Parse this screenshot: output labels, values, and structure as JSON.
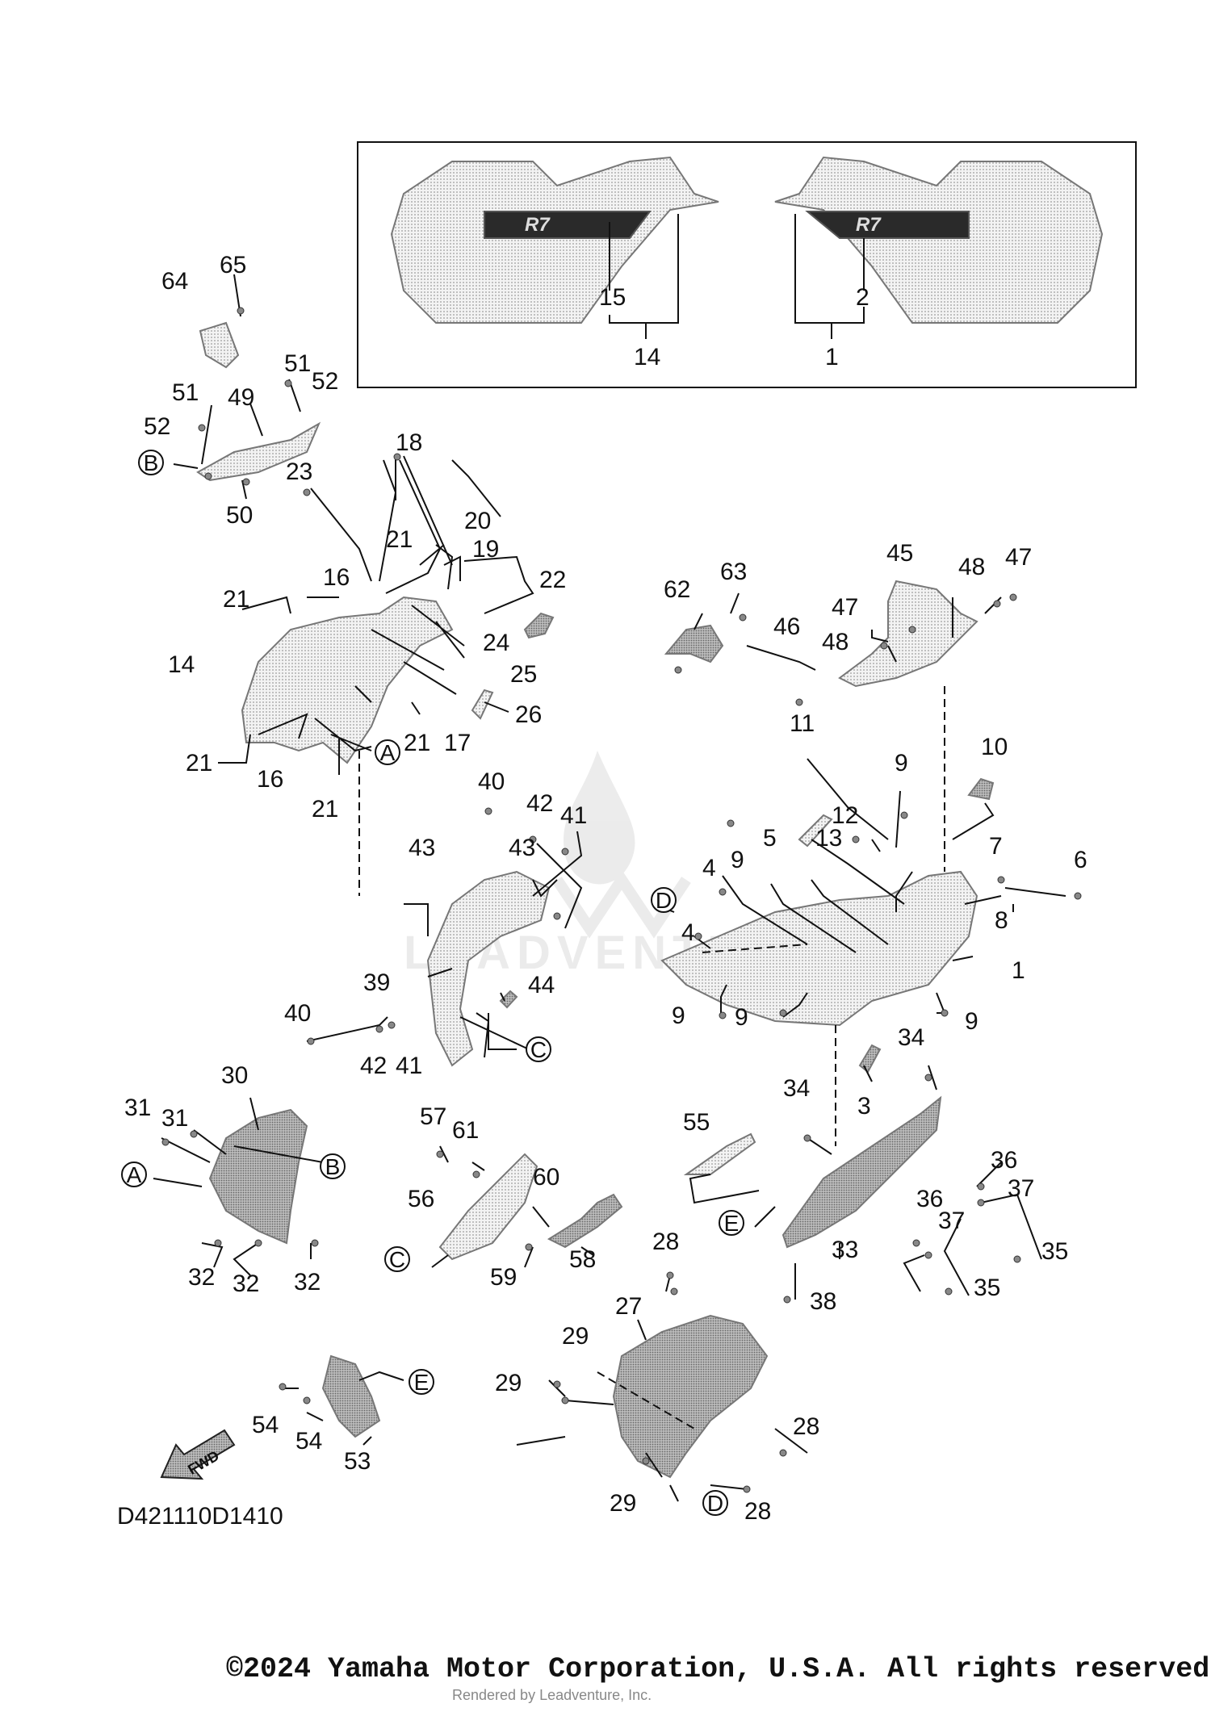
{
  "diagram_code": "D421110D1410",
  "direction_arrow_label": "FWD",
  "copyright": "©2024 Yamaha Motor Corporation, U.S.A. All rights reserved.",
  "rendered_by": "Rendered by Leadventure, Inc.",
  "inset_labels": [
    "15",
    "14",
    "2",
    "1"
  ],
  "callout_letters": [
    "A",
    "B",
    "C",
    "D",
    "E"
  ],
  "part_numbers": [
    "1",
    "2",
    "3",
    "4",
    "5",
    "6",
    "7",
    "8",
    "9",
    "10",
    "11",
    "12",
    "13",
    "14",
    "15",
    "16",
    "17",
    "18",
    "19",
    "20",
    "21",
    "22",
    "23",
    "24",
    "25",
    "26",
    "27",
    "28",
    "29",
    "30",
    "31",
    "32",
    "33",
    "34",
    "35",
    "36",
    "37",
    "38",
    "39",
    "40",
    "41",
    "42",
    "43",
    "44",
    "45",
    "46",
    "47",
    "48",
    "49",
    "50",
    "51",
    "52",
    "53",
    "54",
    "55",
    "56",
    "57",
    "58",
    "59",
    "60",
    "61",
    "62",
    "63",
    "64",
    "65"
  ]
}
